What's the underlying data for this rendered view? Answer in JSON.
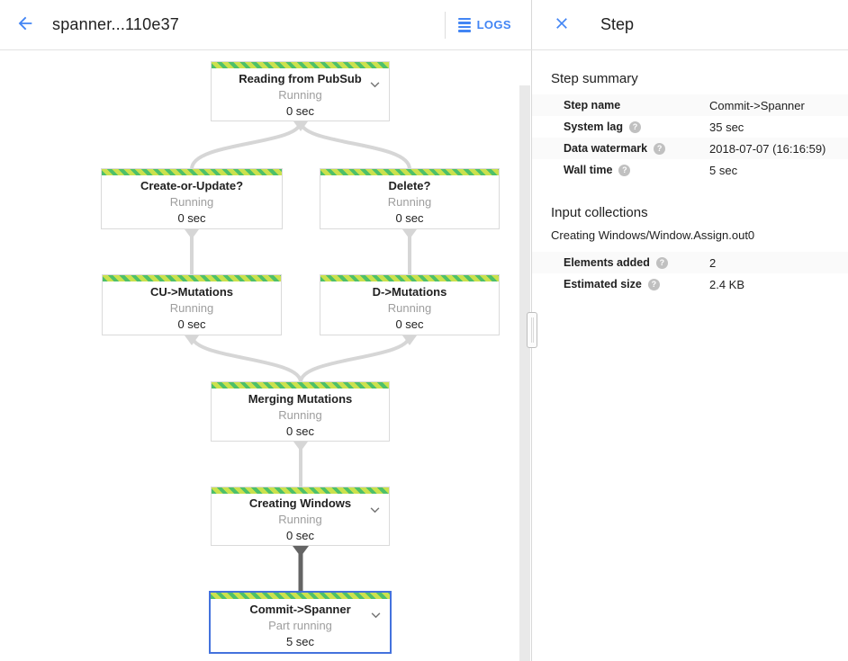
{
  "header": {
    "title": "spanner...110e37",
    "logs_label": "LOGS"
  },
  "panel": {
    "title": "Step",
    "help_glyph": "?",
    "step_summary": {
      "heading": "Step summary",
      "rows": [
        {
          "label": "Step name",
          "value": "Commit->Spanner"
        },
        {
          "label": "System lag",
          "value": "35 sec"
        },
        {
          "label": "Data watermark",
          "value": "2018-07-07 (16:16:59)"
        },
        {
          "label": "Wall time",
          "value": "5 sec"
        }
      ]
    },
    "input_collections": {
      "heading": "Input collections",
      "collection_name": "Creating Windows/Window.Assign.out0",
      "rows": [
        {
          "label": "Elements added",
          "value": "2"
        },
        {
          "label": "Estimated size",
          "value": "2.4 KB"
        }
      ]
    }
  },
  "graph": {
    "nodes": [
      {
        "title": "Reading from PubSub",
        "status": "Running",
        "time": "0 sec"
      },
      {
        "title": "Create-or-Update?",
        "status": "Running",
        "time": "0 sec"
      },
      {
        "title": "Delete?",
        "status": "Running",
        "time": "0 sec"
      },
      {
        "title": "CU->Mutations",
        "status": "Running",
        "time": "0 sec"
      },
      {
        "title": "D->Mutations",
        "status": "Running",
        "time": "0 sec"
      },
      {
        "title": "Merging Mutations",
        "status": "Running",
        "time": "0 sec"
      },
      {
        "title": "Creating Windows",
        "status": "Running",
        "time": "0 sec"
      },
      {
        "title": "Commit->Spanner",
        "status": "Part running",
        "time": "5 sec"
      }
    ]
  },
  "icons": {
    "back": "arrow-left",
    "logs": "list-lines",
    "close": "x",
    "node_expand": "chevron-down",
    "help": "question-circle"
  },
  "colors": {
    "accent_blue": "#4285f4",
    "running_green": "#4ec06a",
    "running_lime": "#cbe14d",
    "selected_border": "#4472dd",
    "edge_light": "#d6d6d6",
    "edge_dark": "#646464"
  }
}
